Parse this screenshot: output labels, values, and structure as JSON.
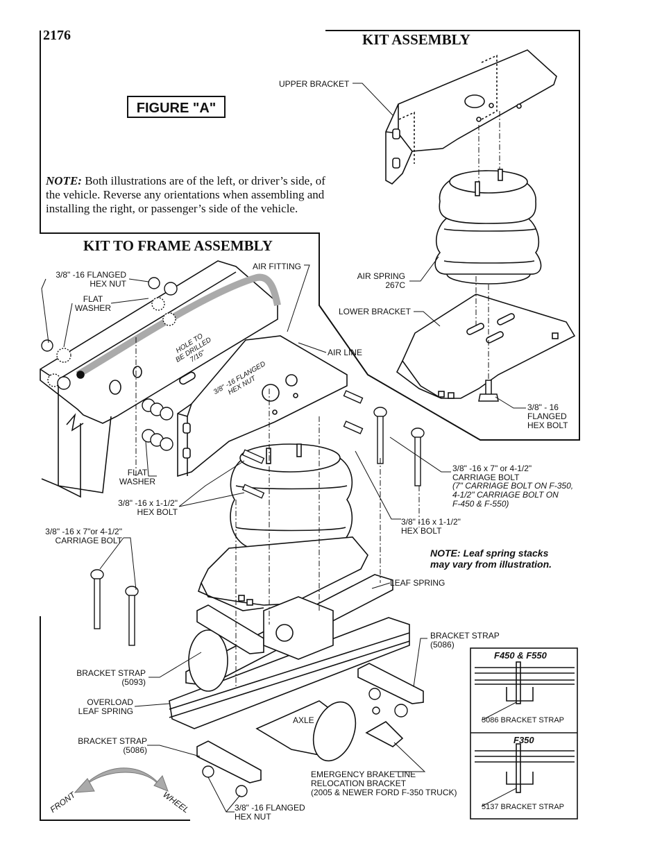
{
  "page_number": "2176",
  "kit_assembly": {
    "title": "KIT ASSEMBLY",
    "upper_bracket": "UPPER BRACKET",
    "air_spring": [
      "AIR SPRING",
      "267C"
    ],
    "lower_bracket": "LOWER BRACKET",
    "flanged_hex_bolt": [
      "3/8\" - 16",
      "FLANGED",
      "HEX BOLT"
    ]
  },
  "figure_label": "FIGURE \"A\"",
  "note": {
    "prefix": "NOTE:",
    "text": " Both illustrations are of the left, or driver’s side, of the vehicle.  Reverse any orientations when assembling and installing the right, or passenger’s side of the vehicle."
  },
  "kit_to_frame": {
    "title": "KIT TO FRAME ASSEMBLY",
    "flanged_hex_nut_top": [
      "3/8\" -16 FLANGED",
      "HEX NUT"
    ],
    "flat_washer_top": [
      "FLAT",
      "WASHER"
    ],
    "air_fitting": "AIR FITTING",
    "hole_to_be_drilled": [
      "HOLE TO",
      "BE DRILLED",
      "7/16\""
    ],
    "air_line": "AIR LINE",
    "flanged_hex_nut_mid": [
      "3/8\" -16 FLANGED",
      "HEX NUT"
    ],
    "flat_washer_mid": [
      "FLAT",
      "WASHER"
    ],
    "hex_bolt_left": [
      "3/8\" -16 x 1-1/2\"",
      "HEX BOLT"
    ],
    "carriage_bolt_right": [
      "3/8\" -16 x 7\" or 4-1/2\"",
      "CARRIAGE BOLT"
    ],
    "carriage_bolt_right_note": [
      "(7\" CARRIAGE BOLT ON F-350,",
      "4-1/2\" CARRIAGE BOLT ON",
      "F-450 & F-550)"
    ],
    "hex_bolt_right": [
      "3/8\" -16 x 1-1/2\"",
      "HEX BOLT"
    ],
    "carriage_bolt_left": [
      "3/8\" -16 x 7\"or 4-1/2\"",
      "CARRIAGE BOLT"
    ],
    "leaf_spring_note": [
      "NOTE:  Leaf spring stacks",
      "may vary from illustration."
    ],
    "leaf_spring": "LEAF SPRING",
    "bracket_strap_5086_right": [
      "BRACKET STRAP",
      "(5086)"
    ],
    "bracket_strap_5093": [
      "BRACKET STRAP",
      "(5093)"
    ],
    "overload_leaf_spring": [
      "OVERLOAD",
      "LEAF SPRING"
    ],
    "axle": "AXLE",
    "bracket_strap_5086_left": [
      "BRACKET STRAP",
      "(5086)"
    ],
    "emergency_brake": [
      "EMERGENCY BRAKE LINE",
      "RELOCATION BRACKET",
      "(2005 & NEWER FORD F-350 TRUCK)"
    ],
    "flanged_hex_nut_bottom": [
      "3/8\" -16 FLANGED",
      "HEX NUT"
    ],
    "front": "FRONT",
    "wheel": "WHEEL"
  },
  "insets": [
    {
      "title": "F450 & F550",
      "strap": "5086 BRACKET STRAP"
    },
    {
      "title": "F350",
      "strap": "5137 BRACKET STRAP"
    }
  ]
}
